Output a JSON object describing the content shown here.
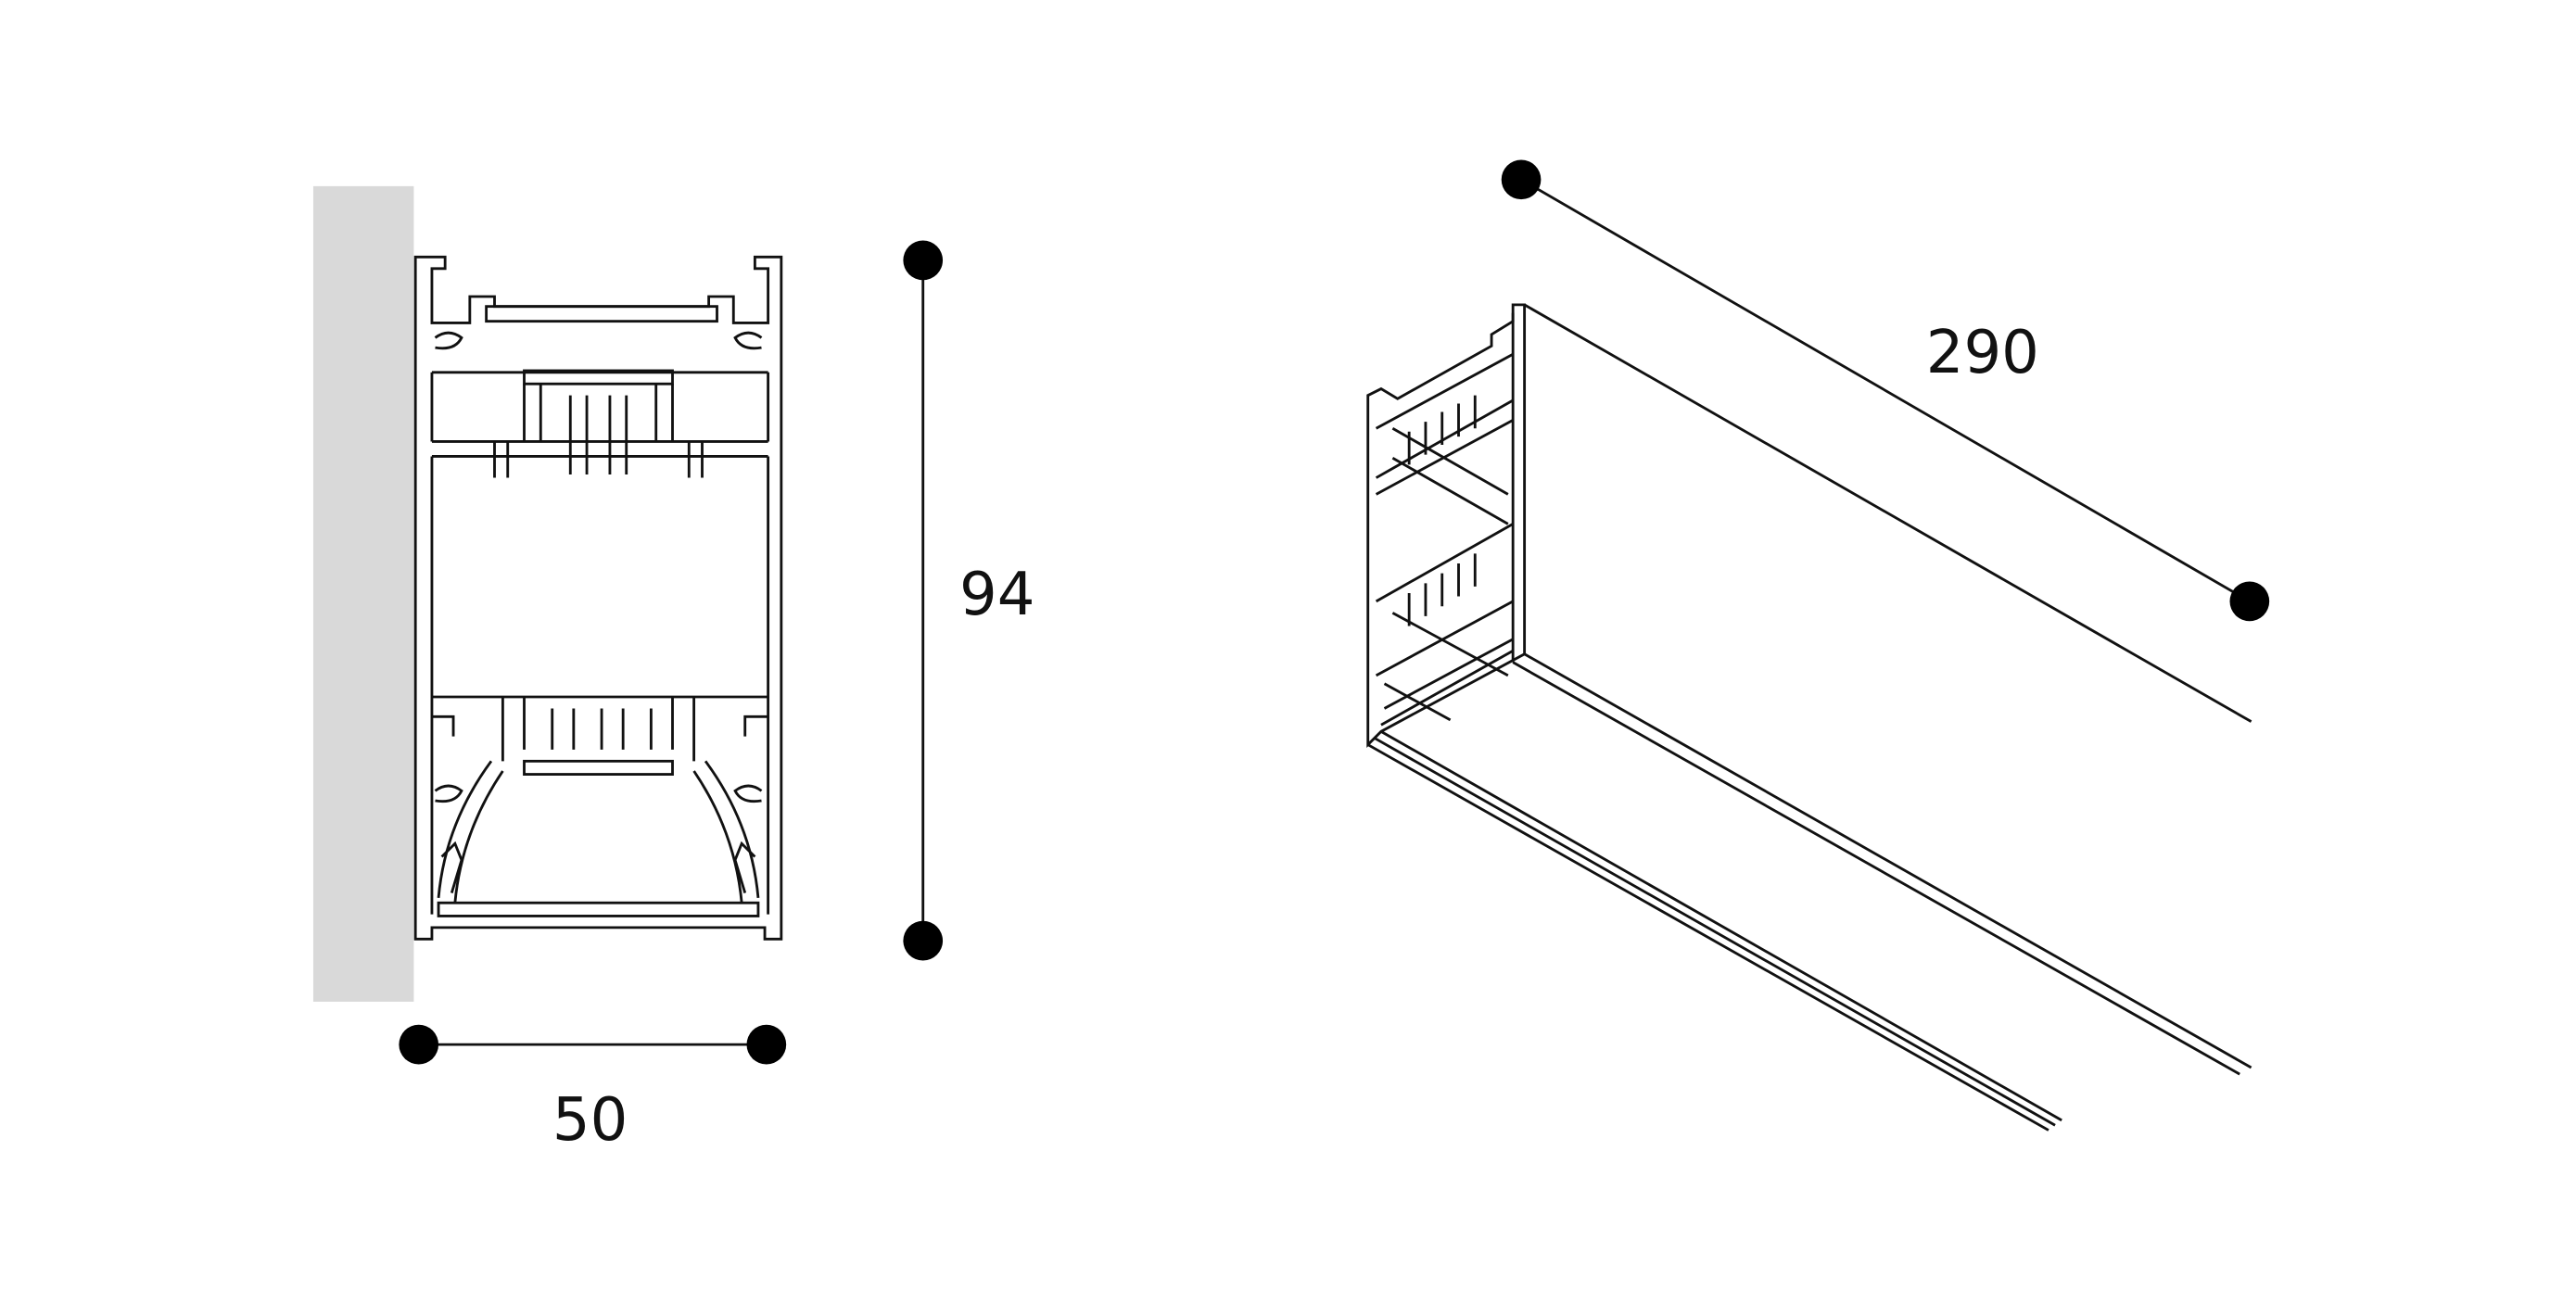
{
  "dimensions": {
    "width": "50",
    "height": "94",
    "length": "290"
  },
  "colors": {
    "wall": "#d9d9d9",
    "line": "#111111",
    "dot": "#000000"
  }
}
